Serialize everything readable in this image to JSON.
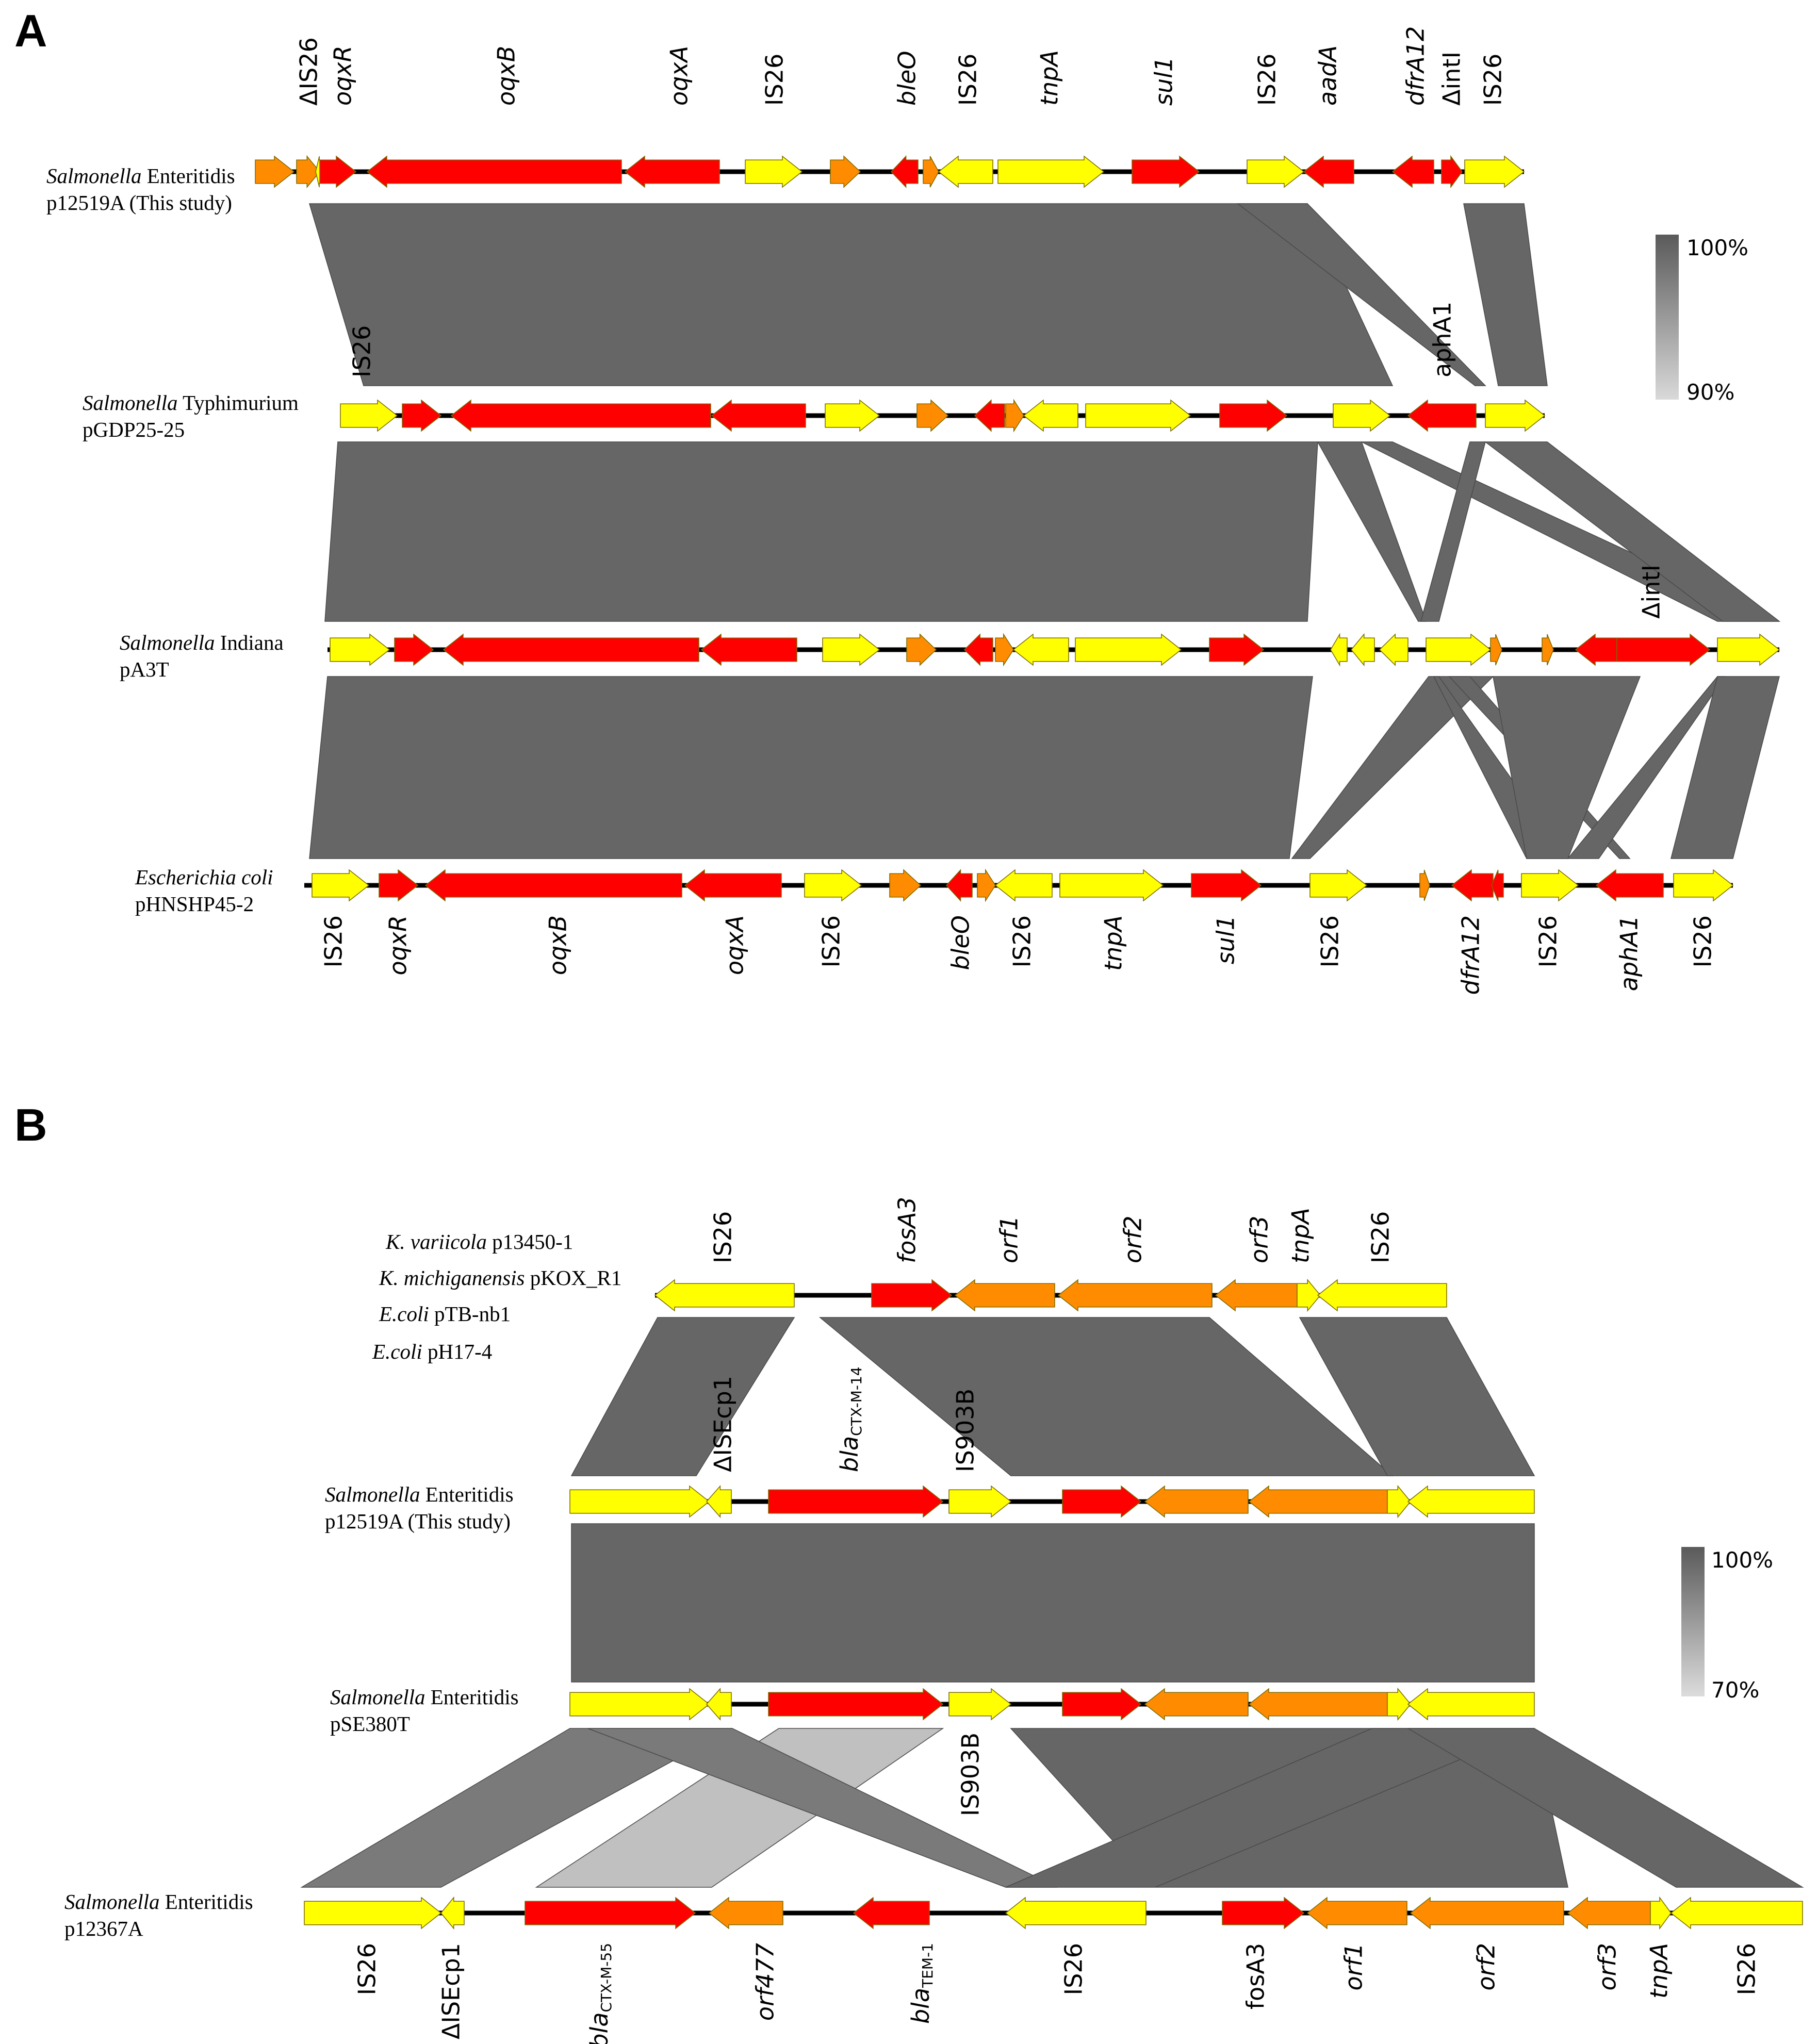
{
  "colors": {
    "red": "#ff0000",
    "orange": "#ff8c00",
    "yellow": "#ffff00",
    "block_100": "#666666",
    "block_light": "#c0c0c0",
    "block_mid": "#7a7a7a",
    "backbone": "#000000"
  },
  "panelA": {
    "label": "A",
    "scale_top": "100%",
    "scale_bottom": "90%",
    "tracks": [
      {
        "id": "a1",
        "strain": {
          "genus": "Salmonella",
          "serovar": " Enteritidis",
          "plasmid": "p12519A (This study)"
        },
        "genes": [
          {
            "name": "",
            "dir": 1,
            "color": "orange"
          },
          {
            "name": "ΔIS26",
            "dir": 1,
            "color": "orange"
          },
          {
            "name": "",
            "dir": -1,
            "color": "yellow"
          },
          {
            "name": "oqxR",
            "dir": 1,
            "color": "red"
          },
          {
            "name": "oqxB",
            "dir": -1,
            "color": "red"
          },
          {
            "name": "oqxA",
            "dir": -1,
            "color": "red"
          },
          {
            "name": "IS26",
            "dir": 1,
            "color": "yellow"
          },
          {
            "name": "",
            "dir": 1,
            "color": "orange"
          },
          {
            "name": "bleO",
            "dir": -1,
            "color": "red"
          },
          {
            "name": "",
            "dir": 1,
            "color": "orange"
          },
          {
            "name": "IS26",
            "dir": -1,
            "color": "yellow"
          },
          {
            "name": "tnpA",
            "dir": 1,
            "color": "yellow"
          },
          {
            "name": "sul1",
            "dir": 1,
            "color": "red"
          },
          {
            "name": "IS26",
            "dir": 1,
            "color": "yellow"
          },
          {
            "name": "aadA",
            "dir": -1,
            "color": "red"
          },
          {
            "name": "dfrA12",
            "dir": -1,
            "color": "red"
          },
          {
            "name": "ΔintI",
            "dir": 1,
            "color": "red"
          },
          {
            "name": "IS26",
            "dir": 1,
            "color": "yellow"
          }
        ]
      },
      {
        "id": "a2",
        "strain": {
          "genus": "Salmonella",
          "serovar": " Typhimurium",
          "plasmid": "pGDP25-25"
        },
        "genes": [
          {
            "name": "IS26",
            "dir": 1,
            "color": "yellow"
          },
          {
            "name": "",
            "dir": 1,
            "color": "red"
          },
          {
            "name": "",
            "dir": -1,
            "color": "red"
          },
          {
            "name": "",
            "dir": -1,
            "color": "red"
          },
          {
            "name": "",
            "dir": 1,
            "color": "yellow"
          },
          {
            "name": "",
            "dir": 1,
            "color": "orange"
          },
          {
            "name": "",
            "dir": -1,
            "color": "red"
          },
          {
            "name": "",
            "dir": 1,
            "color": "orange"
          },
          {
            "name": "",
            "dir": -1,
            "color": "yellow"
          },
          {
            "name": "",
            "dir": 1,
            "color": "yellow"
          },
          {
            "name": "",
            "dir": 1,
            "color": "red"
          },
          {
            "name": "",
            "dir": 1,
            "color": "yellow"
          },
          {
            "name": "aphA1",
            "dir": -1,
            "color": "red"
          },
          {
            "name": "",
            "dir": 1,
            "color": "yellow"
          }
        ]
      },
      {
        "id": "a3",
        "strain": {
          "genus": "Salmonella",
          "serovar": " Indiana",
          "plasmid": "pA3T"
        },
        "genes": [
          {
            "name": "",
            "dir": 1,
            "color": "yellow"
          },
          {
            "name": "",
            "dir": 1,
            "color": "red"
          },
          {
            "name": "",
            "dir": -1,
            "color": "red"
          },
          {
            "name": "",
            "dir": -1,
            "color": "red"
          },
          {
            "name": "",
            "dir": 1,
            "color": "yellow"
          },
          {
            "name": "",
            "dir": 1,
            "color": "orange"
          },
          {
            "name": "",
            "dir": -1,
            "color": "red"
          },
          {
            "name": "",
            "dir": 1,
            "color": "orange"
          },
          {
            "name": "",
            "dir": -1,
            "color": "yellow"
          },
          {
            "name": "",
            "dir": 1,
            "color": "yellow"
          },
          {
            "name": "",
            "dir": 1,
            "color": "red"
          },
          {
            "name": "",
            "dir": -1,
            "color": "yellow"
          },
          {
            "name": "",
            "dir": -1,
            "color": "yellow"
          },
          {
            "name": "",
            "dir": -1,
            "color": "yellow"
          },
          {
            "name": "",
            "dir": 1,
            "color": "yellow"
          },
          {
            "name": "",
            "dir": 1,
            "color": "orange"
          },
          {
            "name": "",
            "dir": 1,
            "color": "orange"
          },
          {
            "name": "",
            "dir": -1,
            "color": "red"
          },
          {
            "name": "ΔintI",
            "dir": 1,
            "color": "red"
          },
          {
            "name": "",
            "dir": 1,
            "color": "yellow"
          }
        ]
      },
      {
        "id": "a4",
        "strain": {
          "genus": "Escherichia coli",
          "serovar": "",
          "plasmid": "pHNSHP45-2"
        },
        "genes": [
          {
            "name": "IS26",
            "dir": 1,
            "color": "yellow"
          },
          {
            "name": "oqxR",
            "dir": 1,
            "color": "red"
          },
          {
            "name": "oqxB",
            "dir": -1,
            "color": "red"
          },
          {
            "name": "oqxA",
            "dir": -1,
            "color": "red"
          },
          {
            "name": "IS26",
            "dir": 1,
            "color": "yellow"
          },
          {
            "name": "",
            "dir": 1,
            "color": "orange"
          },
          {
            "name": "bleO",
            "dir": -1,
            "color": "red"
          },
          {
            "name": "",
            "dir": 1,
            "color": "orange"
          },
          {
            "name": "IS26",
            "dir": -1,
            "color": "yellow"
          },
          {
            "name": "tnpA",
            "dir": 1,
            "color": "yellow"
          },
          {
            "name": "sul1",
            "dir": 1,
            "color": "red"
          },
          {
            "name": "IS26",
            "dir": 1,
            "color": "yellow"
          },
          {
            "name": "",
            "dir": 1,
            "color": "orange"
          },
          {
            "name": "dfrA12",
            "dir": -1,
            "color": "red"
          },
          {
            "name": "",
            "dir": -1,
            "color": "red"
          },
          {
            "name": "IS26",
            "dir": 1,
            "color": "yellow"
          },
          {
            "name": "aphA1",
            "dir": -1,
            "color": "red"
          },
          {
            "name": "IS26",
            "dir": 1,
            "color": "yellow"
          }
        ]
      }
    ]
  },
  "panelB": {
    "label": "B",
    "scale_top": "100%",
    "scale_bottom": "70%",
    "tracks": [
      {
        "id": "b1",
        "strains": [
          {
            "genus": "K. variicola",
            "rest": " p13450-1"
          },
          {
            "genus": "K. michiganensis",
            "rest": " pKOX_R1"
          },
          {
            "genus": "E.coli",
            "rest": " pTB-nb1"
          },
          {
            "genus": "E.coli",
            "rest": " pH17-4"
          }
        ],
        "genes": [
          {
            "name": "IS26",
            "dir": -1,
            "color": "yellow"
          },
          {
            "name": "fosA3",
            "dir": 1,
            "color": "red"
          },
          {
            "name": "orf1",
            "dir": -1,
            "color": "orange"
          },
          {
            "name": "orf2",
            "dir": -1,
            "color": "orange"
          },
          {
            "name": "orf3",
            "dir": -1,
            "color": "orange"
          },
          {
            "name": "tnpA",
            "dir": 1,
            "color": "yellow"
          },
          {
            "name": "IS26",
            "dir": -1,
            "color": "yellow"
          }
        ]
      },
      {
        "id": "b2",
        "strain": {
          "genus": "Salmonella",
          "serovar": " Enteritidis",
          "plasmid": "p12519A (This study)"
        },
        "genes": [
          {
            "name": "",
            "dir": 1,
            "color": "yellow"
          },
          {
            "name": "ΔISEcp1",
            "dir": -1,
            "color": "yellow"
          },
          {
            "name": "blaCTX-M-14",
            "dir": 1,
            "color": "red"
          },
          {
            "name": "IS903B",
            "dir": 1,
            "color": "yellow"
          },
          {
            "name": "",
            "dir": 1,
            "color": "red"
          },
          {
            "name": "",
            "dir": -1,
            "color": "orange"
          },
          {
            "name": "",
            "dir": -1,
            "color": "orange"
          },
          {
            "name": "",
            "dir": 1,
            "color": "yellow"
          },
          {
            "name": "",
            "dir": -1,
            "color": "yellow"
          }
        ]
      },
      {
        "id": "b3",
        "strain": {
          "genus": "Salmonella",
          "serovar": " Enteritidis",
          "plasmid": "pSE380T"
        },
        "genes": [
          {
            "name": "",
            "dir": 1,
            "color": "yellow"
          },
          {
            "name": "",
            "dir": -1,
            "color": "yellow"
          },
          {
            "name": "",
            "dir": 1,
            "color": "red"
          },
          {
            "name": "IS903B",
            "dir": 1,
            "color": "yellow"
          },
          {
            "name": "",
            "dir": 1,
            "color": "red"
          },
          {
            "name": "",
            "dir": -1,
            "color": "orange"
          },
          {
            "name": "",
            "dir": -1,
            "color": "orange"
          },
          {
            "name": "",
            "dir": 1,
            "color": "yellow"
          },
          {
            "name": "",
            "dir": -1,
            "color": "yellow"
          }
        ]
      },
      {
        "id": "b4",
        "strain": {
          "genus": "Salmonella",
          "serovar": " Enteritidis",
          "plasmid": "p12367A"
        },
        "genes": [
          {
            "name": "IS26",
            "dir": 1,
            "color": "yellow"
          },
          {
            "name": "ΔISEcp1",
            "dir": -1,
            "color": "yellow"
          },
          {
            "name": "blaCTX-M-55",
            "dir": 1,
            "color": "red"
          },
          {
            "name": "orf477",
            "dir": -1,
            "color": "orange"
          },
          {
            "name": "blaTEM-1",
            "dir": -1,
            "color": "red"
          },
          {
            "name": "IS26",
            "dir": -1,
            "color": "yellow"
          },
          {
            "name": "fosA3",
            "dir": 1,
            "color": "red"
          },
          {
            "name": "orf1",
            "dir": -1,
            "color": "orange"
          },
          {
            "name": "orf2",
            "dir": -1,
            "color": "orange"
          },
          {
            "name": "orf3",
            "dir": -1,
            "color": "orange"
          },
          {
            "name": "tnpA",
            "dir": 1,
            "color": "yellow"
          },
          {
            "name": "IS26",
            "dir": -1,
            "color": "yellow"
          }
        ]
      }
    ]
  }
}
